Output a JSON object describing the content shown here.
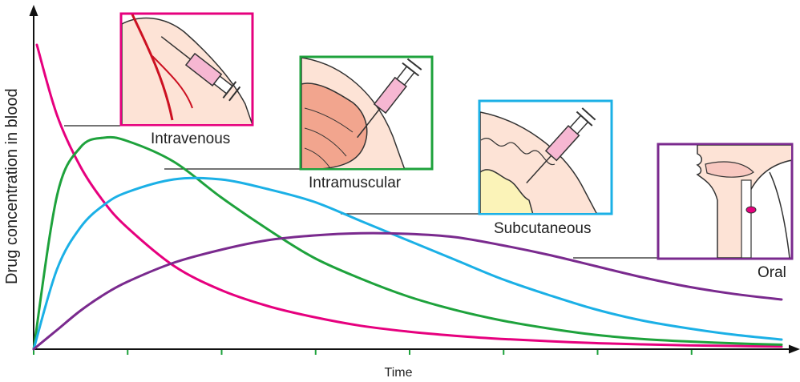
{
  "chart_data": {
    "type": "line",
    "title": "",
    "xlabel": "Time",
    "ylabel": "Drug concentration in blood",
    "x_ticks": [
      "",
      "",
      "",
      "",
      "",
      "",
      "",
      ""
    ],
    "grid": false,
    "legend": "none",
    "x": [
      0,
      0.25,
      0.5,
      0.75,
      1,
      1.5,
      2,
      2.5,
      3,
      3.5,
      4,
      4.5,
      5,
      5.5,
      6,
      6.5,
      7,
      7.5,
      8
    ],
    "ylim": [
      0,
      100
    ],
    "xlim": [
      0,
      8
    ],
    "series": [
      {
        "name": "Intravenous",
        "color": "#e6007e",
        "values": [
          95,
          73,
          57,
          46,
          38,
          26,
          18.5,
          13.5,
          10,
          7.3,
          5.5,
          4.2,
          3.2,
          2.5,
          1.9,
          1.5,
          1.2,
          1,
          0.8
        ]
      },
      {
        "name": "Intramuscular",
        "color": "#1ea23c",
        "values": [
          0,
          48,
          63,
          66,
          65,
          58.5,
          47.5,
          37.5,
          28.5,
          22,
          16.5,
          12.3,
          9,
          6.5,
          4.5,
          3.2,
          2.4,
          1.8,
          1.4
        ]
      },
      {
        "name": "Subcutaneous",
        "color": "#1bb0e6",
        "values": [
          0,
          25,
          38,
          45,
          49,
          53,
          53,
          50,
          46,
          40,
          34,
          28,
          22,
          17,
          12.5,
          9,
          6.5,
          4.5,
          3
        ]
      },
      {
        "name": "Oral",
        "color": "#7a2a8e",
        "values": [
          0,
          6,
          12,
          17,
          21,
          27,
          31,
          34,
          35.5,
          36.2,
          36,
          35,
          32.5,
          29.5,
          26,
          22.5,
          19.5,
          17.2,
          15.5
        ]
      }
    ]
  },
  "panels": {
    "intravenous_label": "Intravenous",
    "intramuscular_label": "Intramuscular",
    "subcutaneous_label": "Subcutaneous",
    "oral_label": "Oral"
  }
}
